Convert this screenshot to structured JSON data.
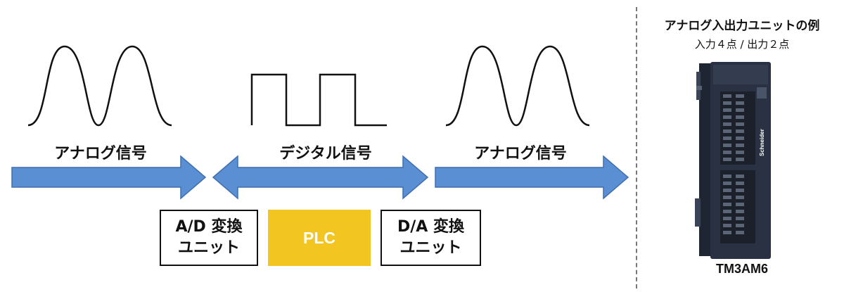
{
  "labels": {
    "analog_left": "アナログ信号",
    "digital": "デジタル信号",
    "analog_right": "アナログ信号"
  },
  "boxes": {
    "ad": [
      "A/D 変換",
      "ユニット"
    ],
    "plc": "PLC",
    "da": [
      "D/A 変換",
      "ユニット"
    ]
  },
  "example": {
    "title": "アナログ入出力ユニットの例",
    "subtitle": "入力４点 / 出力２点",
    "model": "TM3AM6",
    "module_brand_text": "Schneider"
  },
  "colors": {
    "arrow_fill": "#5b8fd4",
    "arrow_stroke": "#3f6fae",
    "plc_fill": "#f3c521",
    "module_body": "#2a3142"
  }
}
